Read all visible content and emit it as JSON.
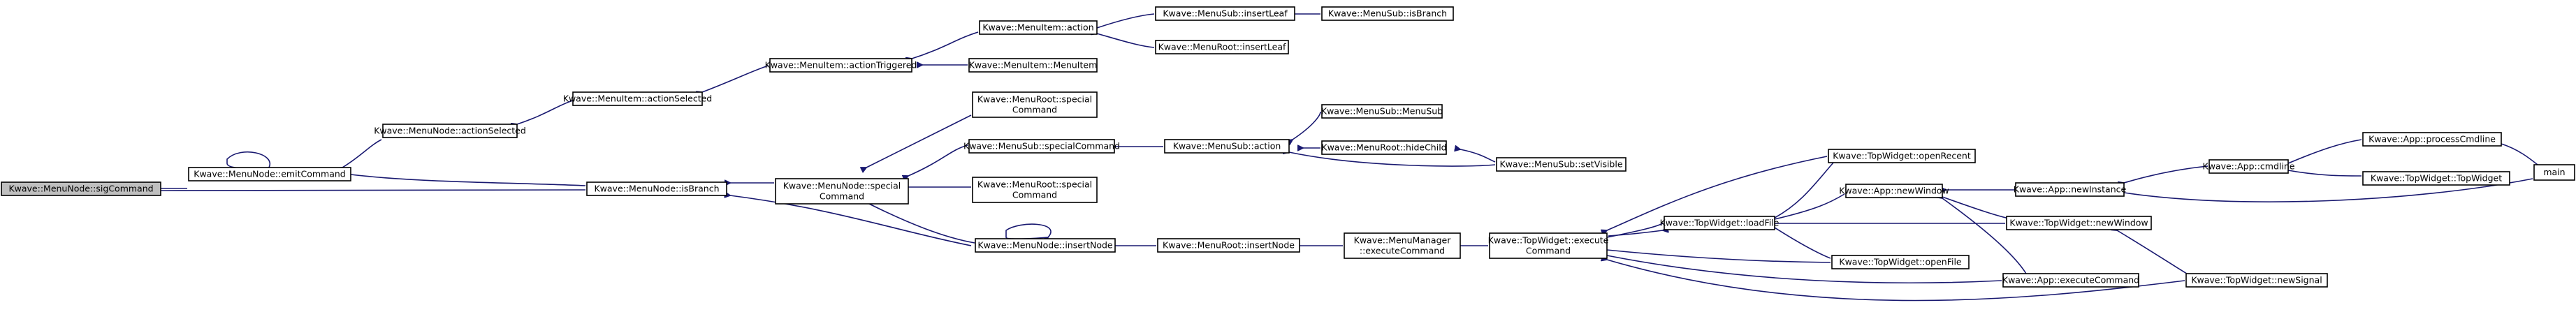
{
  "graph": {
    "root_fill": "#bfbfbf",
    "node_fill": "#ffffff",
    "node_border": "#000000",
    "edge_color": "#191970",
    "nodes": [
      {
        "id": "sigCommand",
        "lines": [
          "Kwave::MenuNode::sigCommand"
        ],
        "root": true
      },
      {
        "id": "emitCommand",
        "lines": [
          "Kwave::MenuNode::emitCommand"
        ]
      },
      {
        "id": "mn_actionSelected",
        "lines": [
          "Kwave::MenuNode::actionSelected"
        ]
      },
      {
        "id": "isBranch",
        "lines": [
          "Kwave::MenuNode::isBranch"
        ]
      },
      {
        "id": "mi_actionSelected",
        "lines": [
          "Kwave::MenuItem::actionSelected"
        ]
      },
      {
        "id": "actionTriggered",
        "lines": [
          "Kwave::MenuItem::actionTriggered"
        ]
      },
      {
        "id": "mi_action",
        "lines": [
          "Kwave::MenuItem::action"
        ]
      },
      {
        "id": "mi_ctor",
        "lines": [
          "Kwave::MenuItem::MenuItem"
        ]
      },
      {
        "id": "ms_insertLeaf",
        "lines": [
          "Kwave::MenuSub::insertLeaf"
        ]
      },
      {
        "id": "mr_insertLeaf",
        "lines": [
          "Kwave::MenuRoot::insertLeaf"
        ]
      },
      {
        "id": "ms_isBranch",
        "lines": [
          "Kwave::MenuSub::isBranch"
        ]
      },
      {
        "id": "mn_special",
        "lines": [
          "Kwave::MenuNode::special",
          "Command"
        ]
      },
      {
        "id": "mr_special_top",
        "lines": [
          "Kwave::MenuRoot::special",
          "Command"
        ]
      },
      {
        "id": "ms_special",
        "lines": [
          "Kwave::MenuSub::specialCommand"
        ]
      },
      {
        "id": "mr_special_bot",
        "lines": [
          "Kwave::MenuRoot::special",
          "Command"
        ]
      },
      {
        "id": "ms_action",
        "lines": [
          "Kwave::MenuSub::action"
        ]
      },
      {
        "id": "ms_ctor",
        "lines": [
          "Kwave::MenuSub::MenuSub"
        ]
      },
      {
        "id": "hideChild",
        "lines": [
          "Kwave::MenuRoot::hideChild"
        ]
      },
      {
        "id": "setVisible",
        "lines": [
          "Kwave::MenuSub::setVisible"
        ]
      },
      {
        "id": "mn_insertNode",
        "lines": [
          "Kwave::MenuNode::insertNode"
        ]
      },
      {
        "id": "mr_insertNode",
        "lines": [
          "Kwave::MenuRoot::insertNode"
        ]
      },
      {
        "id": "executeCommand_mm",
        "lines": [
          "Kwave::MenuManager",
          "::executeCommand"
        ]
      },
      {
        "id": "tw_execute",
        "lines": [
          "Kwave::TopWidget::execute",
          "Command"
        ]
      },
      {
        "id": "tw_openRecent",
        "lines": [
          "Kwave::TopWidget::openRecent"
        ]
      },
      {
        "id": "tw_loadFile",
        "lines": [
          "Kwave::TopWidget::loadFile"
        ]
      },
      {
        "id": "tw_openFile",
        "lines": [
          "Kwave::TopWidget::openFile"
        ]
      },
      {
        "id": "app_newWindow",
        "lines": [
          "Kwave::App::newWindow"
        ]
      },
      {
        "id": "app_newInstance",
        "lines": [
          "Kwave::App::newInstance"
        ]
      },
      {
        "id": "tw_newWindow",
        "lines": [
          "Kwave::TopWidget::newWindow"
        ]
      },
      {
        "id": "app_execute",
        "lines": [
          "Kwave::App::executeCommand"
        ]
      },
      {
        "id": "tw_newSignal",
        "lines": [
          "Kwave::TopWidget::newSignal"
        ]
      },
      {
        "id": "app_cmdline",
        "lines": [
          "Kwave::App::cmdline"
        ]
      },
      {
        "id": "app_processCmdline",
        "lines": [
          "Kwave::App::processCmdline"
        ]
      },
      {
        "id": "tw_ctor",
        "lines": [
          "Kwave::TopWidget::TopWidget"
        ]
      },
      {
        "id": "main",
        "lines": [
          "main"
        ]
      }
    ]
  }
}
